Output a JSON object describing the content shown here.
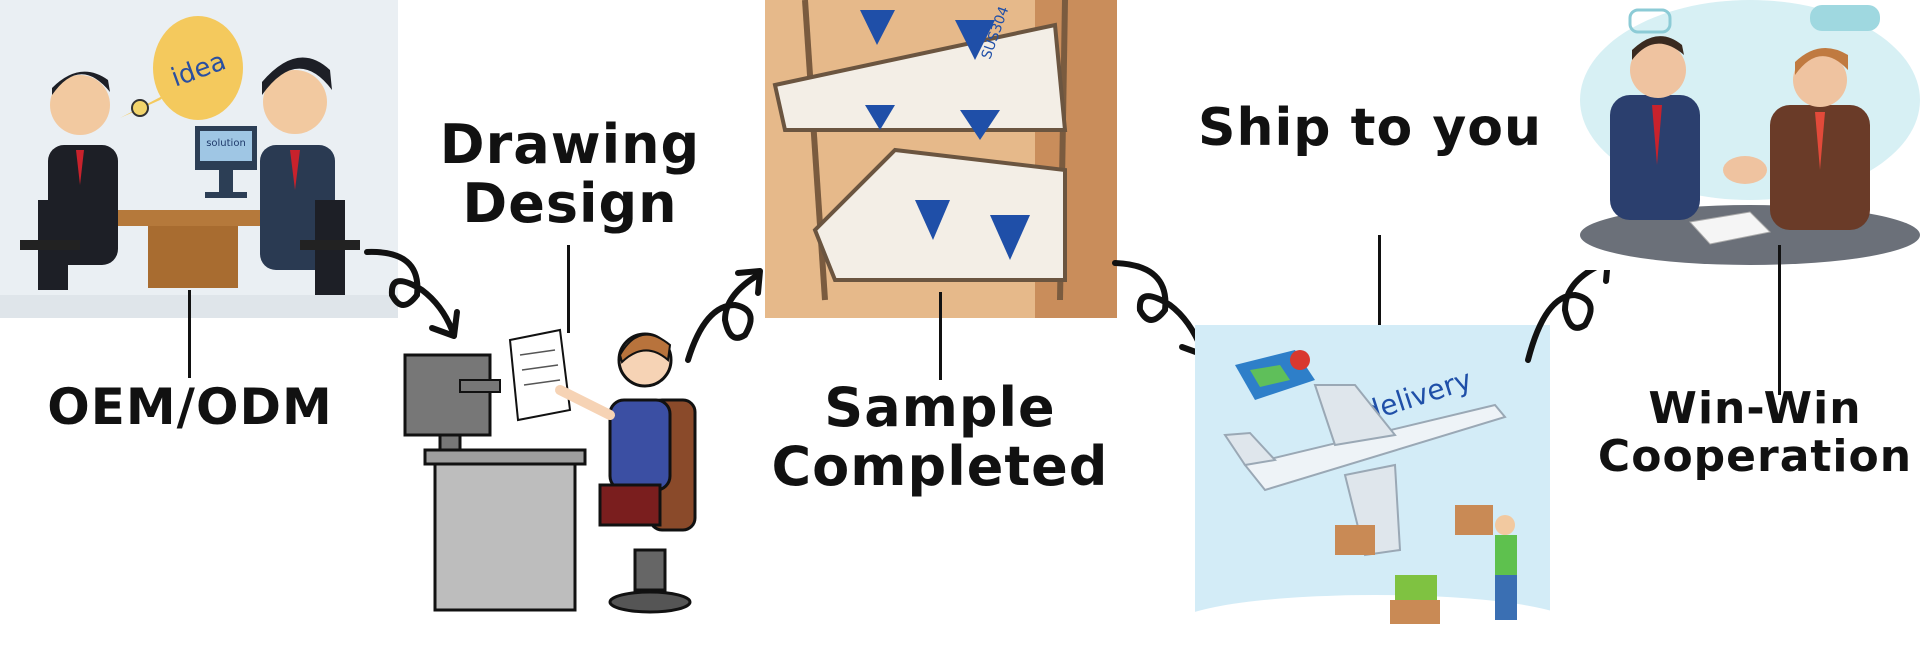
{
  "steps": [
    {
      "label": "OEM/ODM",
      "bubble": "idea",
      "screen": "solution"
    },
    {
      "label_line1": "Drawing",
      "label_line2": "Design"
    },
    {
      "label_line1": "Sample",
      "label_line2": "Completed",
      "stamp": "SUS304"
    },
    {
      "label": "Ship to you",
      "banner": "delivery"
    },
    {
      "label_line1": "Win-Win",
      "label_line2": "Cooperation"
    }
  ],
  "colors": {
    "ink": "#111111",
    "panel_bg1": "#e9eef2",
    "sky": "#cfeaf7",
    "brand_blue": "#1f4fa8"
  }
}
